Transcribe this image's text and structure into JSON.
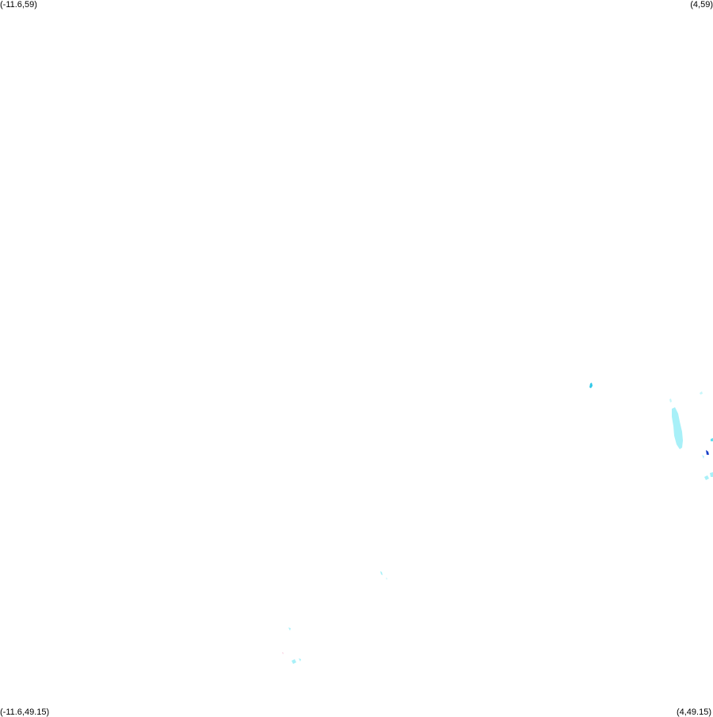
{
  "map": {
    "corners": {
      "top_left": "(-11.6,59)",
      "top_right": "(4,59)",
      "bottom_left": "(-11.6,49.15)",
      "bottom_right": "(4,49.15)"
    },
    "colors": {
      "background": "#ffffff",
      "light_cyan": "#a8f0f8",
      "cyan": "#40d8f0",
      "deep_blue": "#1840c8",
      "faint_pink": "#f8d0e0"
    }
  }
}
